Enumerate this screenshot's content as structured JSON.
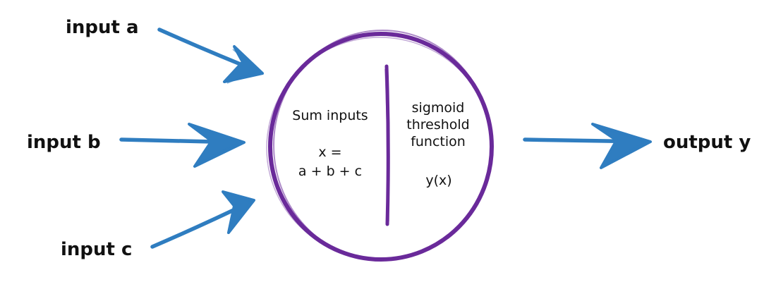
{
  "inputs": {
    "a": "input a",
    "b": "input b",
    "c": "input c"
  },
  "output": "output y",
  "neuron": {
    "left": {
      "title": "Sum inputs",
      "eq_line1": "x =",
      "eq_line2": "a + b + c"
    },
    "right": {
      "line1": "sigmoid",
      "line2": "threshold",
      "line3": "function",
      "formula": "y(x)"
    }
  },
  "colors": {
    "arrow": "#2f7dc0",
    "neuron_outline": "#6a2a9a",
    "text": "#111111",
    "background": "#ffffff"
  }
}
